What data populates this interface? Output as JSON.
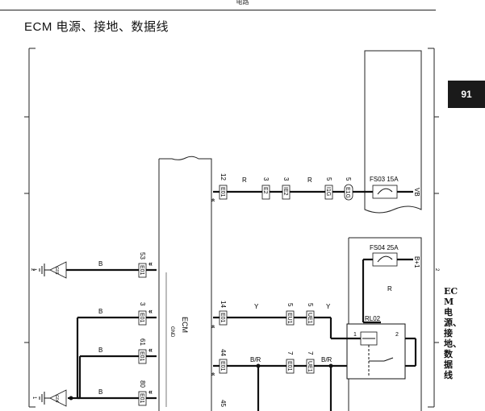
{
  "header": {
    "top_text": "电路"
  },
  "page": {
    "title": "ECM 电源、接地、数据线",
    "number": "91",
    "side_label": "ECM电源、接地、数据线"
  },
  "diagram": {
    "ecm_label": "ECM",
    "gnd_label": "GND",
    "fuse_fs03": "FS03 15A",
    "fuse_fs04": "FS04 25A",
    "relay_label": "RL02",
    "supply_vb": "VB",
    "supply_b1": "B+1",
    "wire_R": "R",
    "wire_B": "B",
    "wire_Y": "Y",
    "wire_BR": "B/R",
    "ground_g03": "G03",
    "ground_g04": "G04",
    "connectors": {
      "e01": "E01",
      "e2": "E2",
      "ie2": "IE2",
      "i1g": "I1G",
      "e1g": "E1G",
      "eu1": "EU1",
      "ue1": "UE1"
    },
    "pins": {
      "p12": "12",
      "p3": "3",
      "p5": "5",
      "p53": "53",
      "p61": "61",
      "p80": "80",
      "p14": "14",
      "p44": "44",
      "p7": "7",
      "p45": "45",
      "p1": "1",
      "p2": "2"
    },
    "edge_ticks": {
      "t1": "1",
      "t2": "2"
    }
  }
}
